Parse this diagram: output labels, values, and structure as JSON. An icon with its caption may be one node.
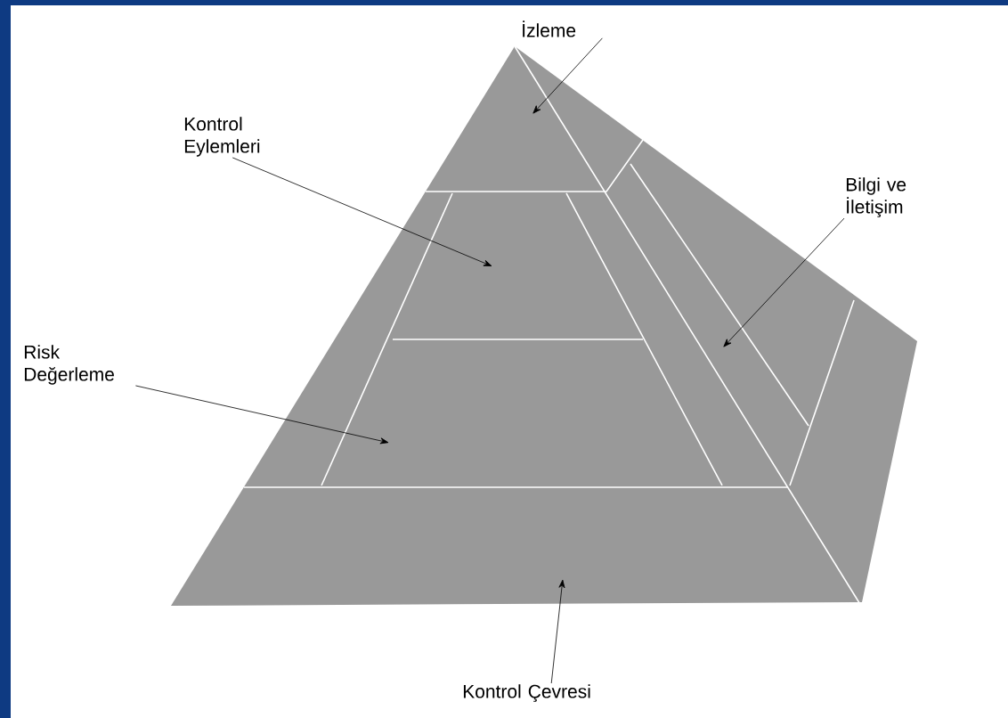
{
  "diagram": {
    "nodes": [
      {
        "text": [
          "İzleme"
        ]
      },
      {
        "text": [
          "Kontrol Eylemleri"
        ]
      },
      {
        "text": [
          "Bilgi ve İletişim"
        ]
      },
      {
        "text": [
          "Risk Değerleme"
        ]
      },
      {
        "text": [
          "Kontrol Çevresi"
        ]
      }
    ],
    "edges": [
      {
        "from": 0,
        "to": null,
        "arrow": "to"
      },
      {
        "from": 1,
        "to": null,
        "arrow": "to"
      },
      {
        "from": 2,
        "to": null,
        "arrow": "to"
      },
      {
        "from": 3,
        "to": null,
        "arrow": "to"
      },
      {
        "from": 4,
        "to": null,
        "arrow": "to"
      }
    ]
  }
}
